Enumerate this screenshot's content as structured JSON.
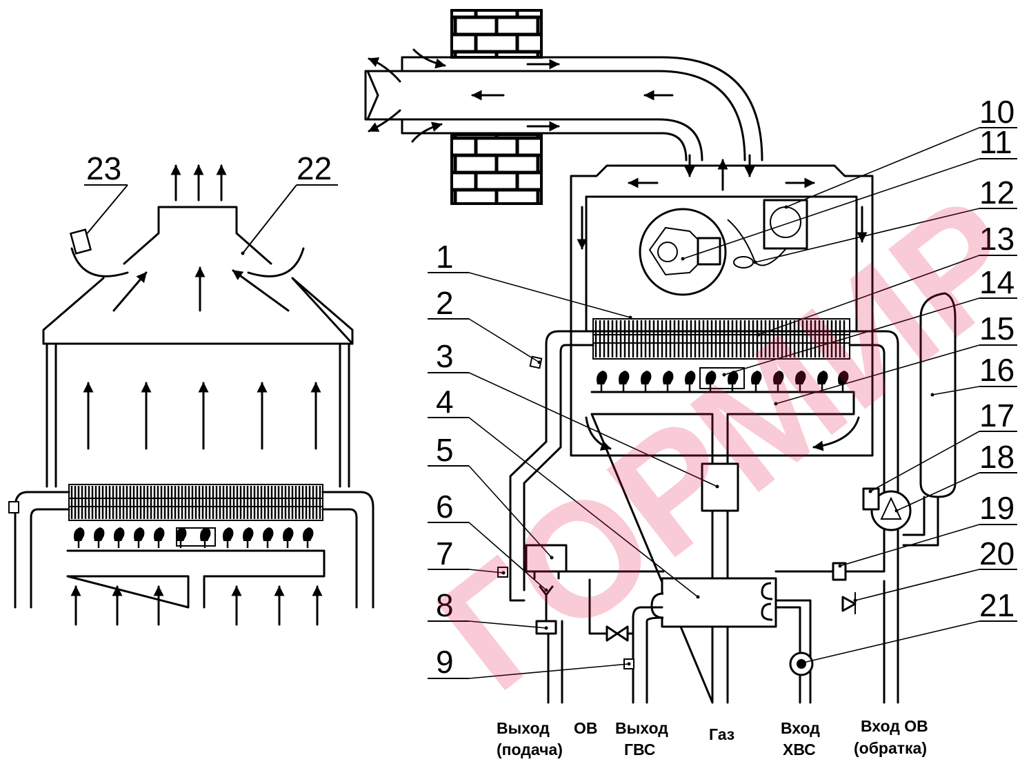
{
  "diagram": {
    "component_numbers": [
      "1",
      "2",
      "3",
      "4",
      "5",
      "6",
      "7",
      "8",
      "9",
      "10",
      "11",
      "12",
      "13",
      "14",
      "15",
      "16",
      "17",
      "18",
      "19",
      "20",
      "21",
      "22",
      "23"
    ],
    "connections": [
      {
        "line1": "Выход",
        "line2": "(подача)"
      },
      {
        "line1": "ОВ",
        "line2": ""
      },
      {
        "line1": "Выход",
        "line2": "ГВС"
      },
      {
        "line1": "Газ",
        "line2": ""
      },
      {
        "line1": "Вход",
        "line2": "ХВС"
      },
      {
        "line1": "Вход ОВ",
        "line2": "(обратка)"
      }
    ],
    "watermark_text": "ГОРМИР",
    "colors": {
      "line": "#000000",
      "watermark": "#e5174a",
      "background": "#ffffff"
    }
  }
}
